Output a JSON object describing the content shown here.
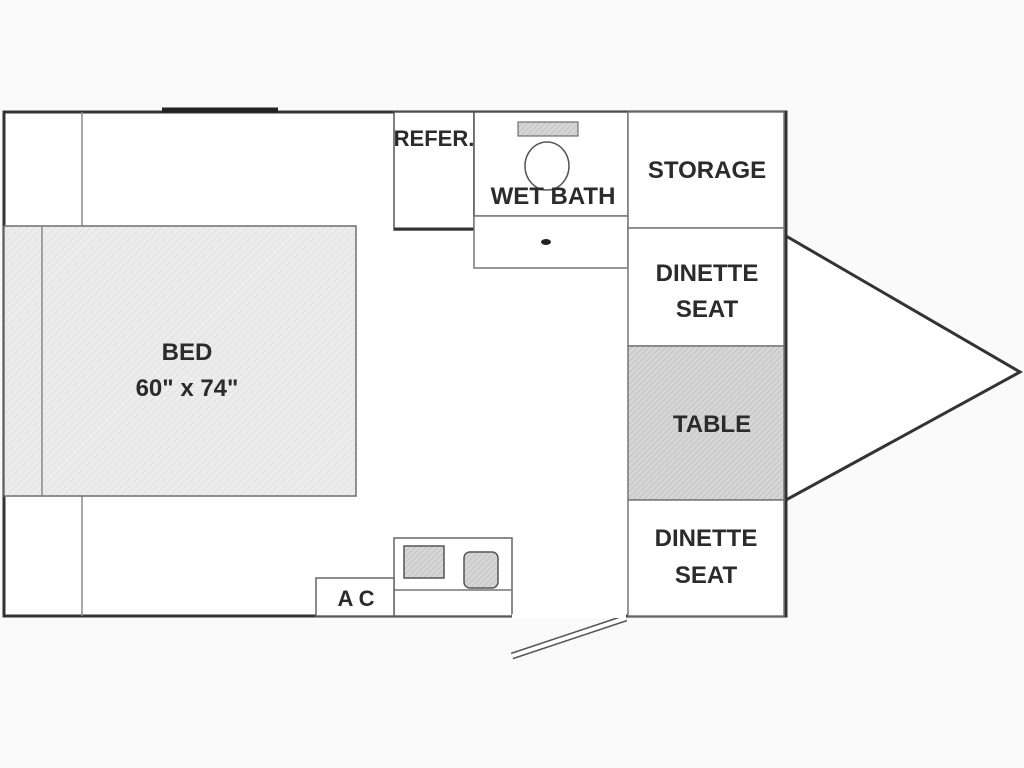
{
  "colors": {
    "background": "#fafafa",
    "wall": "#333333",
    "thin_line": "#7a7a7a",
    "bed_fill": "#efefef",
    "table_fill": "#d9d9d9",
    "fixture_fill": "#cfcfcf",
    "label": "#2b2b2b"
  },
  "rooms": {
    "refer": "REFER.",
    "wet_bath": "WET BATH",
    "storage": "STORAGE",
    "dinette_top_line1": "DINETTE",
    "dinette_top_line2": "SEAT",
    "table": "TABLE",
    "dinette_bottom_line1": "DINETTE",
    "dinette_bottom_line2": "SEAT",
    "bed_line1": "BED",
    "bed_line2": "60\" x 74\"",
    "ac": "A C"
  }
}
